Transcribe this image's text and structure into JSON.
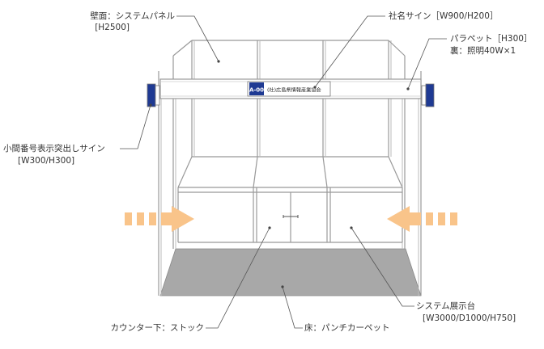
{
  "labels": {
    "wall": "壁面：システムパネル",
    "wall_height": "[H2500]",
    "company_sign": "社名サイン［W900/H200］",
    "parapet": "パラペット［H300］",
    "parapet_back": "裏：照明40W×1",
    "booth_sign": "小間番号表示突出しサイン",
    "booth_sign_size": "[W300/H300]",
    "counter_stock": "カウンター下：ストック",
    "floor": "床：パンチカーペット",
    "display_stand": "システム展示台",
    "display_stand_size": "[W3000/D1000/H750]"
  },
  "sign": {
    "booth_number": "A-00",
    "company_name": "(社)広島県情報産業協会"
  },
  "colors": {
    "booth_sign_blue": "#1f3a93",
    "arrow_orange": "#f9c48a",
    "floor_gray": "#a8a8a8",
    "frame_gray": "#9a9a9a",
    "leader_line": "#555555"
  }
}
